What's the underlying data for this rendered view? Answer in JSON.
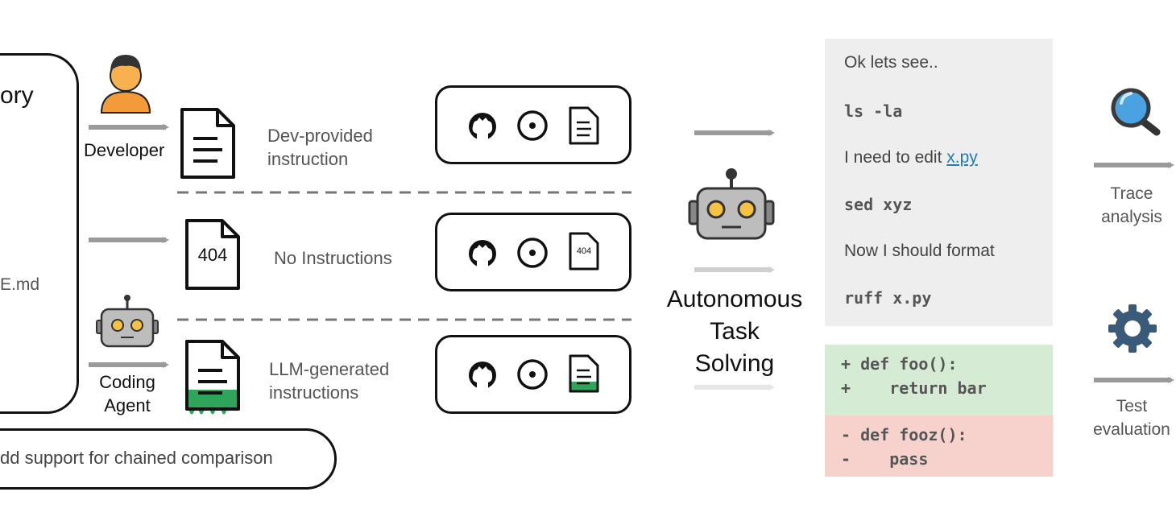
{
  "repository": {
    "title_fragment": "ory",
    "file_fragment": "E.md"
  },
  "task_prompt": "dd support for chained comparison",
  "rows": [
    {
      "actor_label": "Developer",
      "instruction_label_line1": "Dev-provided",
      "instruction_label_line2": "instruction",
      "doc_icon": "document-icon"
    },
    {
      "actor_label": "",
      "instruction_label_line1": "No Instructions",
      "instruction_label_line2": "",
      "doc_icon": "404-document-icon",
      "doc_text": "404",
      "mini_doc_text": "404"
    },
    {
      "actor_label_line1": "Coding",
      "actor_label_line2": "Agent",
      "instruction_label_line1": "LLM-generated",
      "instruction_label_line2": "instructions",
      "doc_icon": "green-document-icon"
    }
  ],
  "center": {
    "line1": "Autonomous",
    "line2": "Task",
    "line3": "Solving"
  },
  "trace": {
    "l1": "Ok lets see..",
    "l2": "ls -la",
    "l3_prefix": "I need to edit ",
    "l3_link": "x.py",
    "l4": "sed xyz",
    "l5": "Now I should format",
    "l6": "ruff x.py"
  },
  "diff": {
    "add1": "+ def foo():",
    "add2": "+    return bar",
    "del1": "- def fooz():",
    "del2": "-    pass"
  },
  "outputs": {
    "trace_line1": "Trace",
    "trace_line2": "analysis",
    "test_line1": "Test",
    "test_line2": "evaluation"
  },
  "colors": {
    "arrow": "#9a9a9a",
    "robot_body": "#bdbdbd",
    "robot_eyes": "#f5c242",
    "person": "#f39a3a",
    "green_fill": "#2ea55a",
    "add_bg": "#d6ebd3",
    "del_bg": "#f7d2cd",
    "trace_bg": "#eeeeee",
    "gear": "#3a5a7a"
  }
}
